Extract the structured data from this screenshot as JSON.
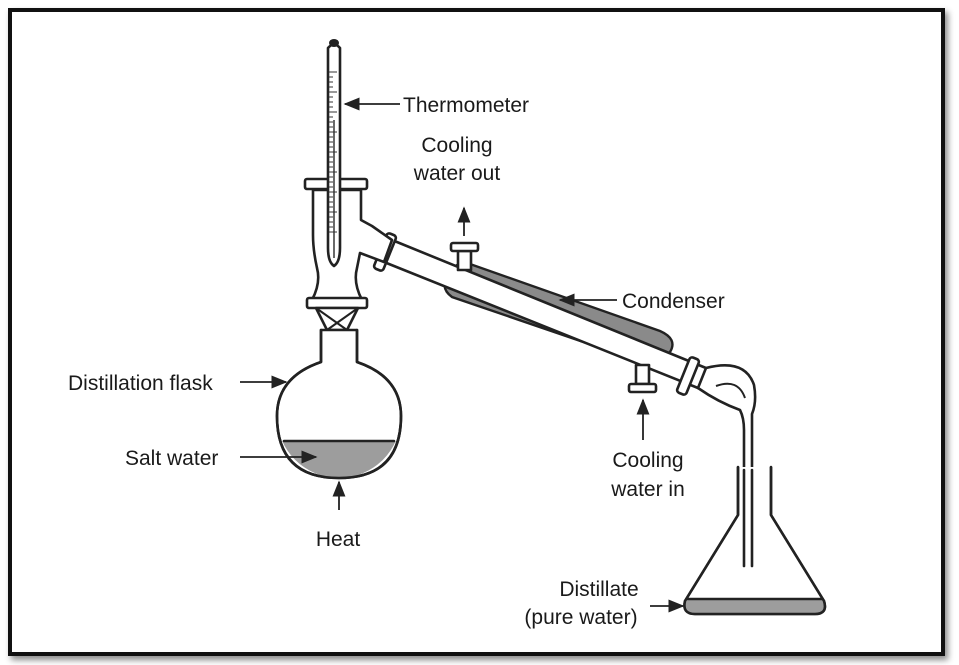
{
  "labels": {
    "thermometer": "Thermometer",
    "cooling_water_out": [
      "Cooling",
      "water out"
    ],
    "condenser": "Condenser",
    "distillation_flask": "Distillation flask",
    "salt_water": "Salt water",
    "heat": "Heat",
    "cooling_water_in": [
      "Cooling",
      "water in"
    ],
    "distillate": [
      "Distillate",
      "(pure water)"
    ]
  },
  "colors": {
    "liquid": "#9d9d9d",
    "outline": "#222222",
    "frame": "#111111"
  }
}
